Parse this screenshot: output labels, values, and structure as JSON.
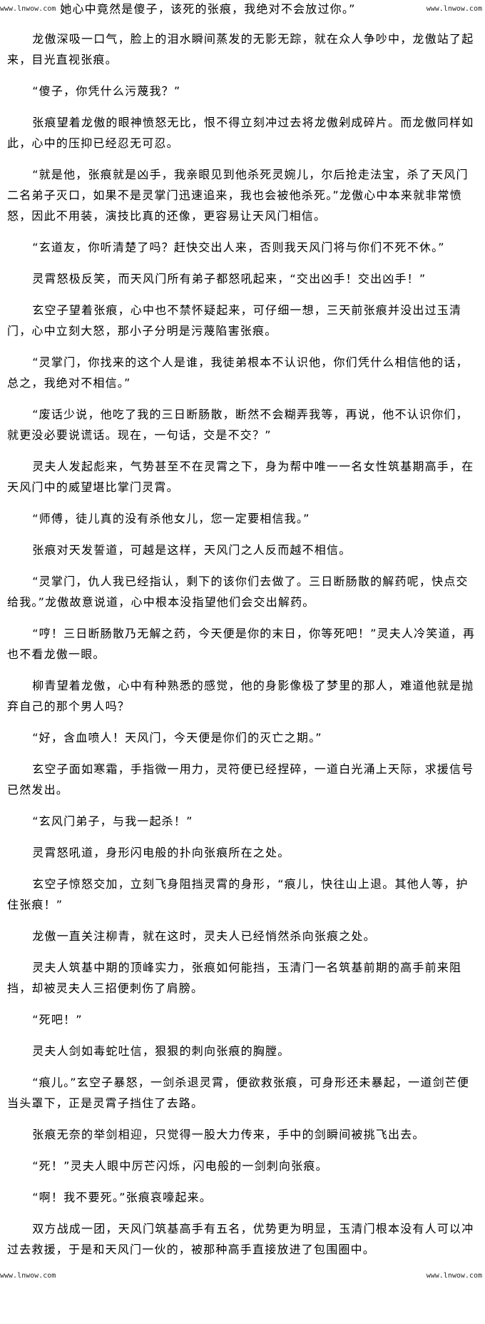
{
  "watermark": "www.lnwow.com",
  "paragraphs": [
    "她心中竟然是傻子，该死的张痕，我绝对不会放过你。”",
    "龙傲深吸一口气，脸上的泪水瞬间蒸发的无影无踪，就在众人争吵中，龙傲站了起来，目光直视张痕。",
    "“傻子，你凭什么污蔑我？”",
    "张痕望着龙傲的眼神愤怒无比，恨不得立刻冲过去将龙傲剁成碎片。而龙傲同样如此，心中的压抑已经忍无可忍。",
    "“就是他，张痕就是凶手，我亲眼见到他杀死灵婉儿，尔后抢走法宝，杀了天风门二名弟子灭口，如果不是灵掌门迅速追来，我也会被他杀死。”龙傲心中本来就非常愤怒，因此不用装，演技比真的还像，更容易让天风门相信。",
    "“玄道友，你听清楚了吗？赶快交出人来，否则我天风门将与你们不死不休。”",
    "灵霄怒极反笑，而天风门所有弟子都怒吼起来，“交出凶手！交出凶手！”",
    "玄空子望着张痕，心中也不禁怀疑起来，可仔细一想，三天前张痕并没出过玉清门，心中立刻大怒，那小子分明是污蔑陷害张痕。",
    "“灵掌门，你找来的这个人是谁，我徒弟根本不认识他，你们凭什么相信他的话，总之，我绝对不相信。”",
    "“废话少说，他吃了我的三日断肠散，断然不会糊弄我等，再说，他不认识你们，就更没必要说谎话。现在，一句话，交是不交？”",
    "灵夫人发起彪来，气势甚至不在灵霄之下，身为帮中唯一一名女性筑基期高手，在天风门中的威望堪比掌门灵霄。",
    "“师傅，徒儿真的没有杀他女儿，您一定要相信我。”",
    "张痕对天发誓道，可越是这样，天风门之人反而越不相信。",
    "“灵掌门，仇人我已经指认，剩下的该你们去做了。三日断肠散的解药呢，快点交给我。”龙傲故意说道，心中根本没指望他们会交出解药。",
    "“哼！三日断肠散乃无解之药，今天便是你的末日，你等死吧！”灵夫人冷笑道，再也不看龙傲一眼。",
    "柳青望着龙傲，心中有种熟悉的感觉，他的身影像极了梦里的那人，难道他就是抛弃自己的那个男人吗？",
    "“好，含血喷人！天风门，今天便是你们的灭亡之期。”",
    "玄空子面如寒霜，手指微一用力，灵符便已经捏碎，一道白光涌上天际，求援信号已然发出。",
    "“玄风门弟子，与我一起杀！”",
    "灵霄怒吼道，身形闪电般的扑向张痕所在之处。",
    "玄空子惊怒交加，立刻飞身阻挡灵霄的身形，“痕儿，快往山上退。其他人等，护住张痕！”",
    "龙傲一直关注柳青，就在这时，灵夫人已经悄然杀向张痕之处。",
    "灵夫人筑基中期的顶峰实力，张痕如何能挡，玉清门一名筑基前期的高手前来阻挡，却被灵夫人三招便刺伤了肩膀。",
    "“死吧！”",
    "灵夫人剑如毒蛇吐信，狠狠的刺向张痕的胸膛。",
    "“痕儿。”玄空子暴怒，一剑杀退灵霄，便欲救张痕，可身形还未暴起，一道剑芒便当头罩下，正是灵霄子挡住了去路。",
    "张痕无奈的举剑相迎，只觉得一股大力传来，手中的剑瞬间被挑飞出去。",
    "“死！”灵夫人眼中厉芒闪烁，闪电般的一剑刺向张痕。",
    "“啊！我不要死。”张痕哀嚎起来。",
    "双方战成一团，天风门筑基高手有五名，优势更为明显，玉清门根本没有人可以冲过去救援，于是和天风门一伙的，被那种高手直接放进了包围圈中。"
  ]
}
